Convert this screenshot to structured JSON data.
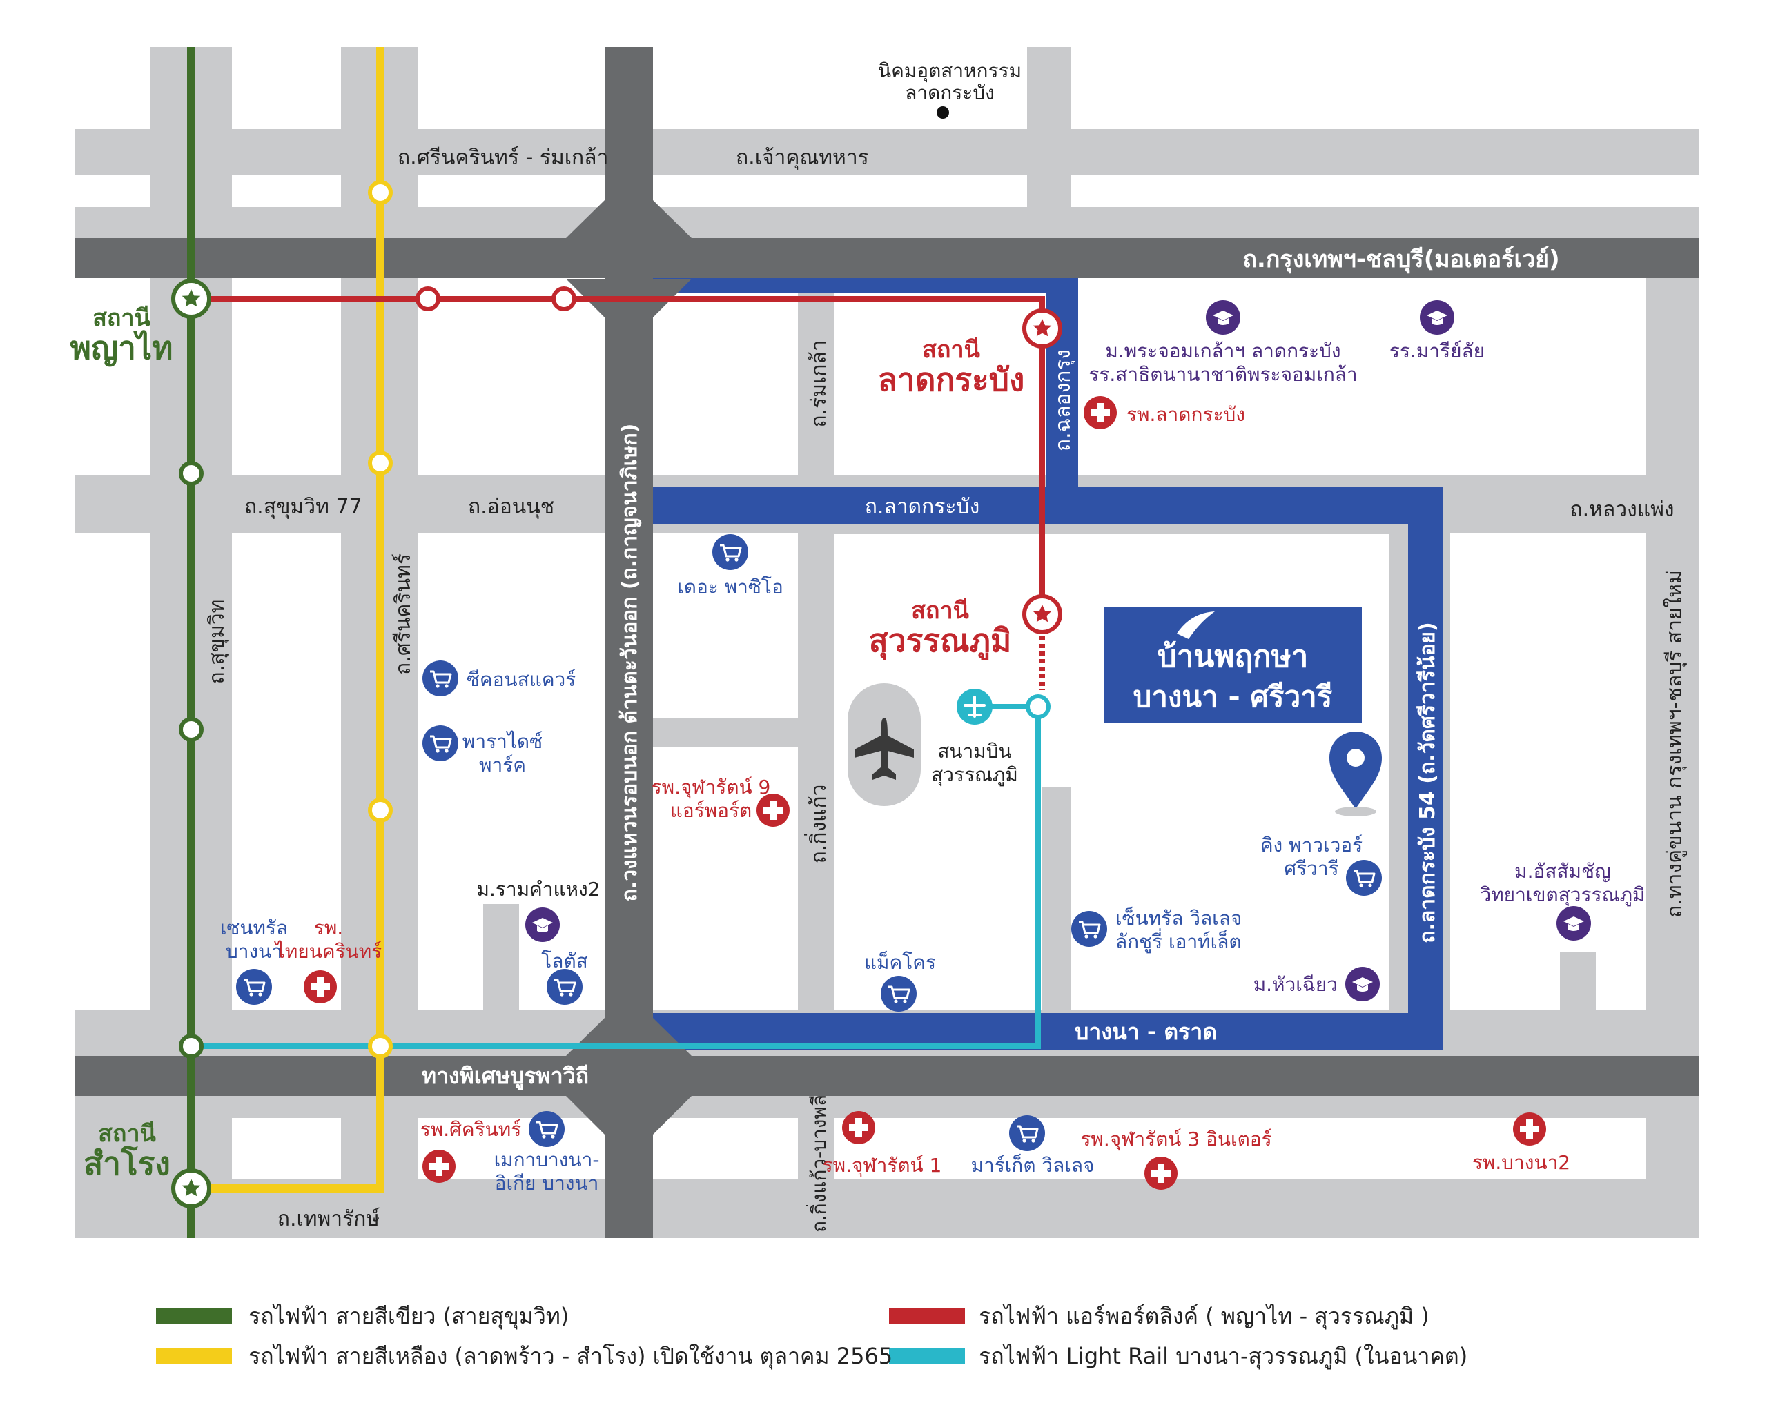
{
  "colors": {
    "road": "#c9cacc",
    "highway": "#686a6c",
    "blue_road": "#2f52a6",
    "green_line": "#3f6e2a",
    "yellow_line": "#f4cd1a",
    "red_line": "#c1272d",
    "cyan_line": "#29b7c9",
    "school": "#4b2d7f",
    "hospital": "#c1272d",
    "shop": "#2f52a6"
  },
  "roads": {
    "srinakarin_romklao": "ถ.ศรีนครินทร์ - ร่มเกล้า",
    "chaokhun_thahan": "ถ.เจ้าคุณทหาร",
    "motorway": "ถ.กรุงเทพฯ-ชลบุรี(มอเตอร์เวย์)",
    "sukhumvit77": "ถ.สุขุมวิท 77",
    "on_nut": "ถ.อ่อนนุช",
    "lat_krabang": "ถ.ลาดกระบัง",
    "luang_phaeng": "ถ.หลวงแพ่ง",
    "sukhumvit": "ถ.สุขุมวิท",
    "srinakarin": "ถ.ศรีนครินทร์",
    "ring_road": "ถ.วงแหวนรอบนอก ด้านตะวันออก (ถ.กาญจนาภิเษก)",
    "rom_klao": "ถ.ร่มเกล้า",
    "chalong_krung": "ถ.ฉลองกรุง",
    "king_kaeo": "ถ.กิ่งแก้ว",
    "king_kaeo_bang_phli": "ถ.กิ่งแก้ว-บางพลี",
    "lat_krabang54": "ถ.ลาดกระบัง 54 (ถ.วัดศรีวารีน้อย)",
    "old_bangkok_chonburi": "ถ.ทางคู่ขนาน กรุงเทพฯ-ชลบุรี สายใหม่",
    "bangna_trat": "บางนา - ตราด",
    "burapha_withi": "ทางพิเศษบูรพาวิถี",
    "theparak": "ถ.เทพารักษ์"
  },
  "stations": {
    "phaya_thai_prefix": "สถานี",
    "phaya_thai": "พญาไท",
    "lat_krabang_prefix": "สถานี",
    "lat_krabang": "ลาดกระบัง",
    "suvarnabhumi_prefix": "สถานี",
    "suvarnabhumi": "สุวรรณภูมิ",
    "samrong_prefix": "สถานี",
    "samrong": "สำโรง"
  },
  "places": {
    "industrial_estate_line1": "นิคมอุตสาหกรรม",
    "industrial_estate_line2": "ลาดกระบัง",
    "kmitl_line1": "ม.พระจอมเกล้าฯ ลาดกระบัง",
    "kmitl_line2": "รร.สาธิตนานาชาติพระจอมเกล้า",
    "mariyalai": "รร.มารีย์ลัย",
    "lat_krabang_hospital": "รพ.ลาดกระบัง",
    "the_paseo": "เดอะ พาซิโอ",
    "seacon_square": "ซีคอนสแควร์",
    "paradise_park_line1": "พาราไดซ์",
    "paradise_park_line2": "พาร์ค",
    "airport_line1": "สนามบิน",
    "airport_line2": "สุวรรณภูมิ",
    "chularat9_line1": "รพ.จุฬารัตน์ 9",
    "chularat9_line2": "แอร์พอร์ต",
    "ramkhamhaeng2": "ม.รามคำแหง2",
    "lotus": "โลตัส",
    "central_bangna_line1": "เซนทรัล",
    "central_bangna_line2": "บางนา",
    "thainakarin_line1": "รพ.",
    "thainakarin_line2": "ไทยนครินทร์",
    "makro": "แม็คโคร",
    "central_village_line1": "เซ็นทรัล วิลเลจ",
    "central_village_line2": "ลักชูรี่ เอาท์เล็ต",
    "king_power_line1": "คิง พาวเวอร์",
    "king_power_line2": "ศรีวารี",
    "hua_chiew": "ม.หัวเฉียว",
    "assumption_line1": "ม.อัสสัมชัญ",
    "assumption_line2": "วิทยาเขตสุวรรณภูมิ",
    "sikarin": "รพ.ศิครินทร์",
    "mega_bangna_line1": "เมกาบางนา-",
    "mega_bangna_line2": "อิเกีย บางนา",
    "chularat1": "รพ.จุฬารัตน์ 1",
    "market_village": "มาร์เก็ต วิลเลจ",
    "chularat3": "รพ.จุฬารัตน์ 3 อินเตอร์",
    "bangna2": "รพ.บางนา2"
  },
  "project": {
    "name_line1": "บ้านพฤกษา",
    "name_line2": "บางนา - ศรีวารี"
  },
  "legend": [
    {
      "color": "#3f6e2a",
      "label": "รถไฟฟ้า สายสีเขียว (สายสุขุมวิท)"
    },
    {
      "color": "#f4cd1a",
      "label": "รถไฟฟ้า สายสีเหลือง (ลาดพร้าว - สำโรง) เปิดใช้งาน ตุลาคม 2565"
    },
    {
      "color": "#c1272d",
      "label": "รถไฟฟ้า แอร์พอร์ตลิงค์ ( พญาไท - สุวรรณภูมิ )"
    },
    {
      "color": "#29b7c9",
      "label": "รถไฟฟ้า Light Rail บางนา-สุวรรณภูมิ (ในอนาคต)"
    }
  ]
}
